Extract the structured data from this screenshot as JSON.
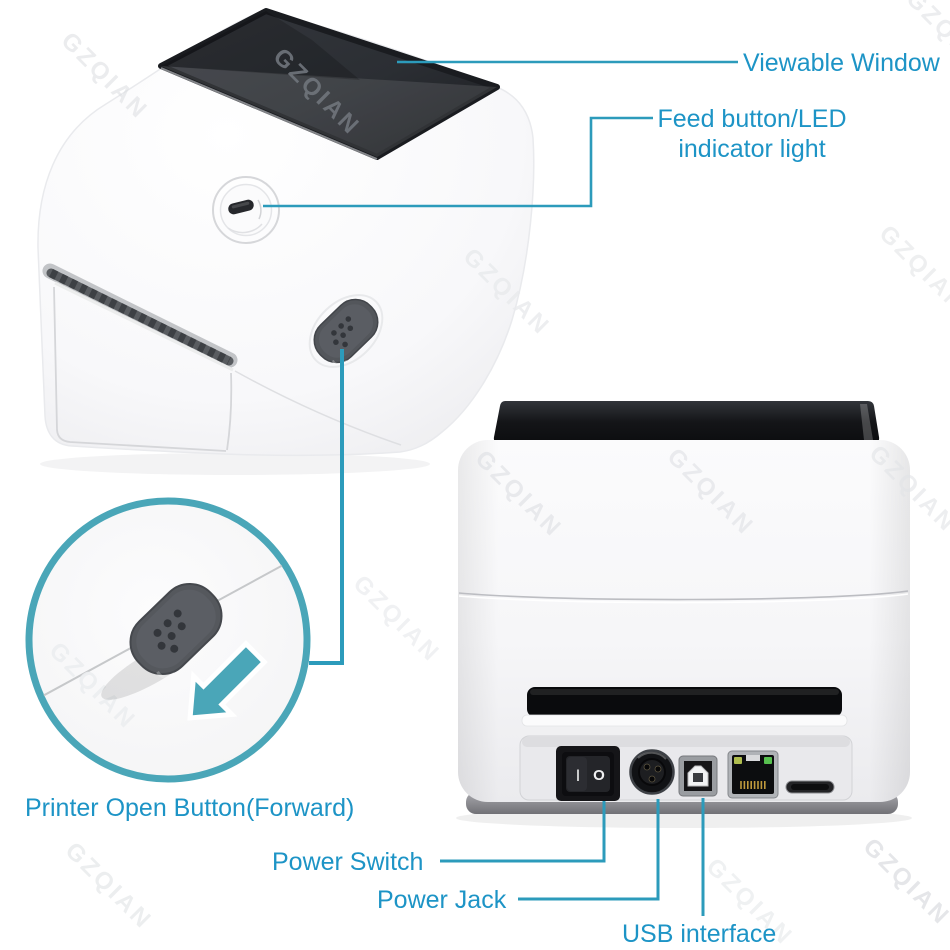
{
  "callouts": {
    "viewable_window": "Viewable Window",
    "feed_button_line1": "Feed button/LED",
    "feed_button_line2": "indicator light",
    "printer_open": "Printer Open Button(Forward)",
    "power_switch": "Power Switch",
    "power_jack": "Power Jack",
    "usb_interface": "USB interface"
  },
  "power_switch_markings": {
    "on": "I",
    "off": "O"
  },
  "watermark": {
    "text": "GZQIAN"
  },
  "colors": {
    "label_text": "#1d94c6",
    "leader_line": "#2c9bbb",
    "accent": "#4aa6b8"
  }
}
